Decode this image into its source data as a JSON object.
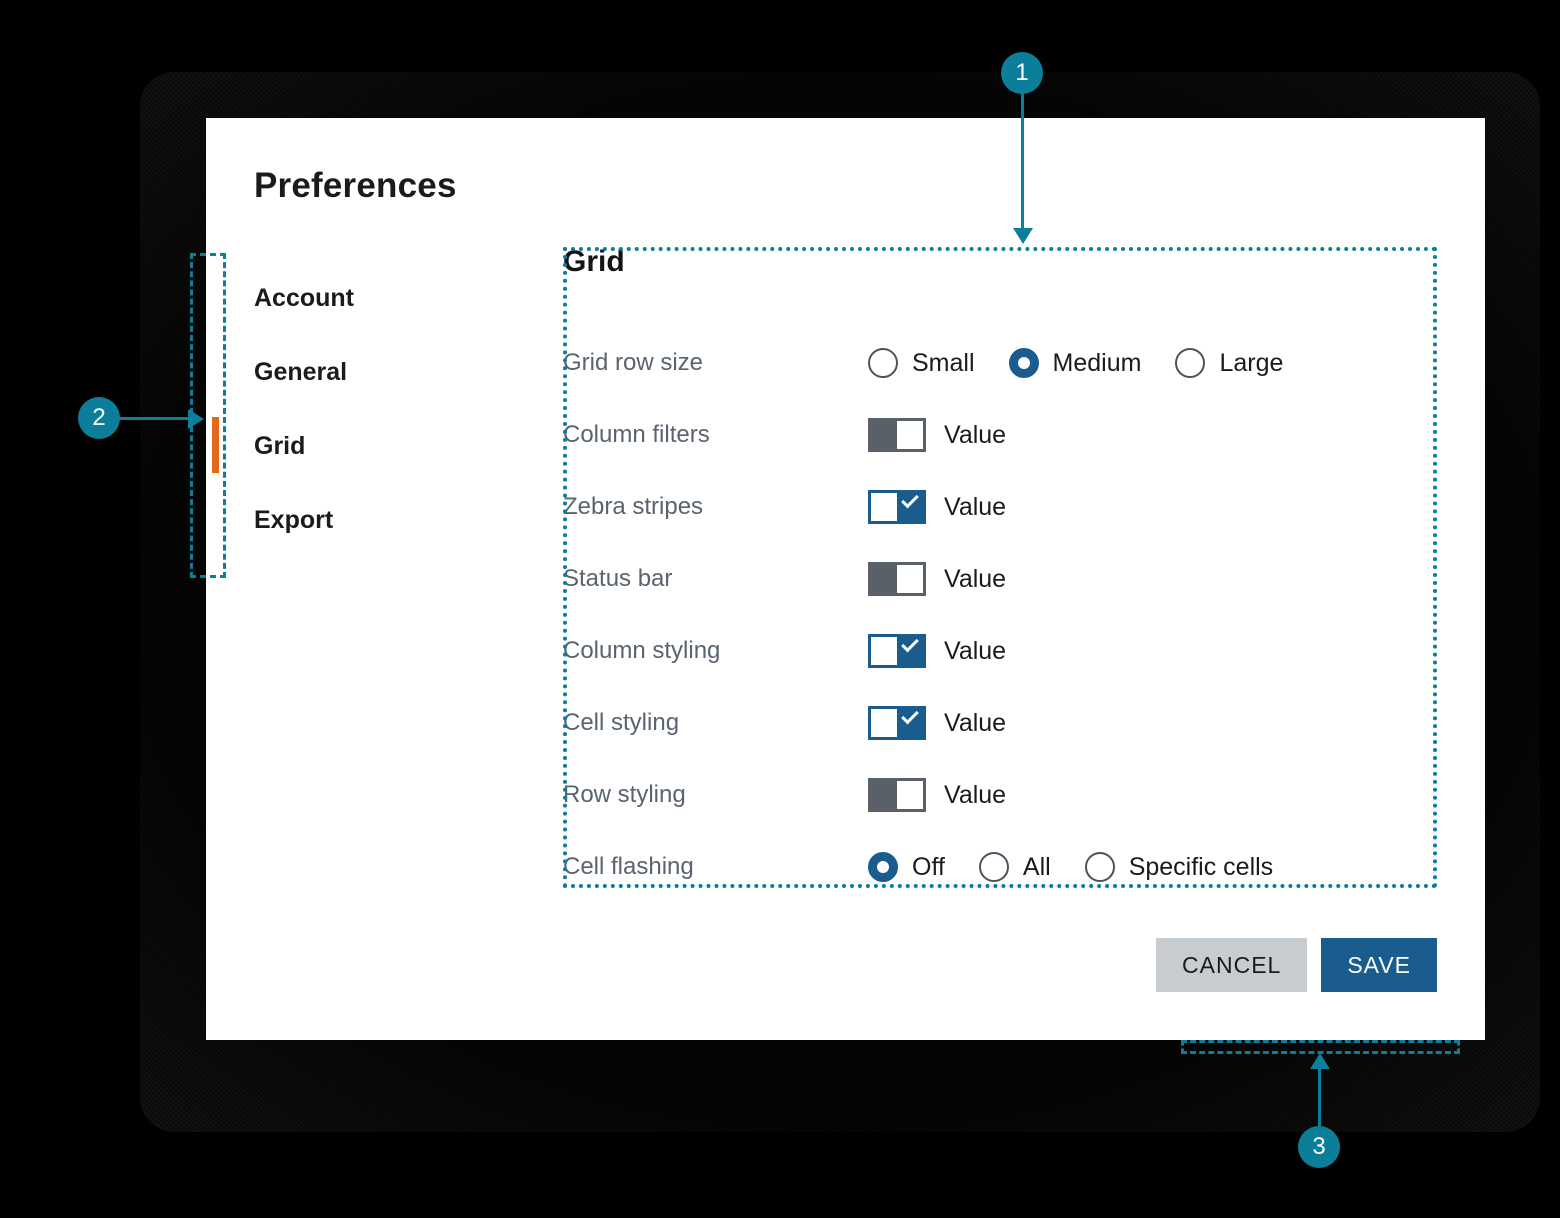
{
  "dialog": {
    "title": "Preferences",
    "nav": {
      "items": [
        {
          "label": "Account",
          "active": false
        },
        {
          "label": "General",
          "active": false
        },
        {
          "label": "Grid",
          "active": true
        },
        {
          "label": "Export",
          "active": false
        }
      ]
    },
    "panel": {
      "heading": "Grid",
      "rows": [
        {
          "label": "Grid row size",
          "type": "radio",
          "options": [
            {
              "label": "Small",
              "selected": false
            },
            {
              "label": "Medium",
              "selected": true
            },
            {
              "label": "Large",
              "selected": false
            }
          ]
        },
        {
          "label": "Column filters",
          "type": "toggle",
          "on": false,
          "value_label": "Value"
        },
        {
          "label": "Zebra stripes",
          "type": "toggle",
          "on": true,
          "value_label": "Value"
        },
        {
          "label": "Status bar",
          "type": "toggle",
          "on": false,
          "value_label": "Value"
        },
        {
          "label": "Column styling",
          "type": "toggle",
          "on": true,
          "value_label": "Value"
        },
        {
          "label": "Cell styling",
          "type": "toggle",
          "on": true,
          "value_label": "Value"
        },
        {
          "label": "Row styling",
          "type": "toggle",
          "on": false,
          "value_label": "Value"
        },
        {
          "label": "Cell flashing",
          "type": "radio",
          "options": [
            {
              "label": "Off",
              "selected": true
            },
            {
              "label": "All",
              "selected": false
            },
            {
              "label": "Specific cells",
              "selected": false
            }
          ]
        }
      ]
    },
    "footer": {
      "cancel_label": "CANCEL",
      "save_label": "SAVE"
    }
  },
  "annotations": {
    "accent_color": "#0b7e99",
    "active_marker_color": "#e2681d",
    "primary_color": "#1b5c8f",
    "callouts": [
      {
        "number": "1",
        "target": "grid-settings-panel"
      },
      {
        "number": "2",
        "target": "sidebar-nav"
      },
      {
        "number": "3",
        "target": "dialog-footer-buttons"
      }
    ]
  }
}
